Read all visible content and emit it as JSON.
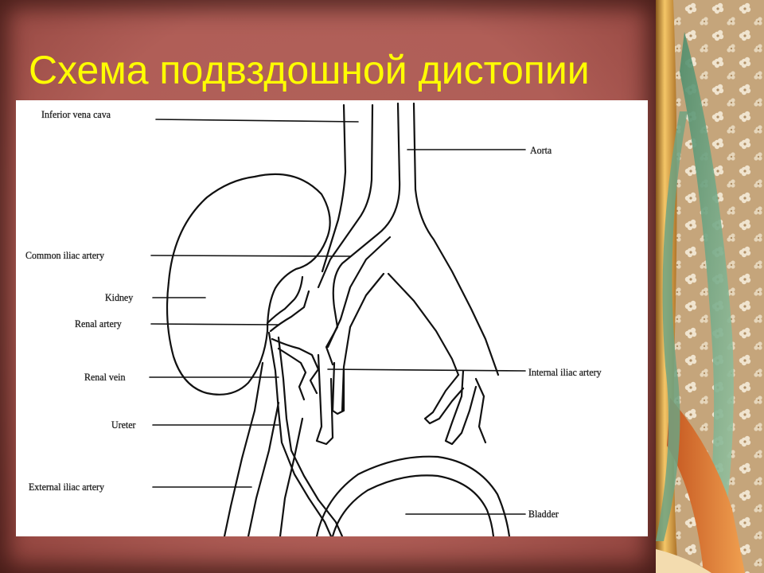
{
  "slide": {
    "title": "Схема подвздошной дистопии"
  },
  "diagram": {
    "labels": {
      "inferior_vena_cava": "Inferior vena cava",
      "aorta": "Aorta",
      "common_iliac_artery": "Common iliac artery",
      "kidney": "Kidney",
      "renal_artery": "Renal artery",
      "renal_vein": "Renal vein",
      "ureter": "Ureter",
      "external_iliac_artery_left": "External iliac artery",
      "internal_iliac_artery": "Internal iliac artery",
      "bladder": "Bladder"
    }
  },
  "theme": {
    "frame_color": "#b05e57",
    "title_color": "#ffff00",
    "panel_colors": [
      "#c9a77a",
      "#e8d2b0",
      "#7aa98b",
      "#d98a4a",
      "#f0c060"
    ]
  }
}
